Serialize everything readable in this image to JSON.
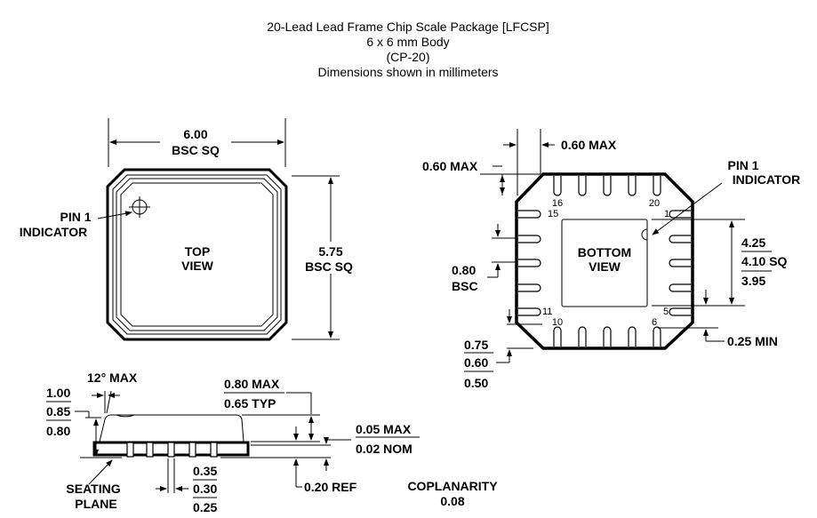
{
  "title": {
    "line1": "20-Lead Lead Frame Chip Scale Package [LFCSP]",
    "line2": "6 x 6 mm Body",
    "line3": "(CP-20)",
    "line4": "Dimensions shown in millimeters"
  },
  "top_view": {
    "label1": "TOP",
    "label2": "VIEW",
    "width_value": "6.00",
    "width_note": "BSC SQ",
    "height_value": "5.75",
    "height_note": "BSC SQ",
    "pin1_line1": "PIN 1",
    "pin1_line2": "INDICATOR"
  },
  "bottom_view": {
    "label1": "BOTTOM",
    "label2": "VIEW",
    "pin1_line1": "PIN 1",
    "pin1_line2": "INDICATOR",
    "lead_width": "0.60 MAX",
    "corner_max": "0.60 MAX",
    "pitch_value": "0.80",
    "pitch_note": "BSC",
    "pad_max": "4.25",
    "pad_nom": "4.10 SQ",
    "pad_min": "3.95",
    "pad_clearance": "0.25 MIN",
    "lead_len_max": "0.75",
    "lead_len_nom": "0.60",
    "lead_len_min": "0.50",
    "pin_numbers": [
      "16",
      "20",
      "15",
      "1",
      "11",
      "5",
      "10",
      "6"
    ]
  },
  "side_view": {
    "angle": "12° MAX",
    "height_max": "1.00",
    "height_nom": "0.85",
    "height_min": "0.80",
    "body_max": "0.80 MAX",
    "body_typ": "0.65 TYP",
    "standoff_max": "0.05 MAX",
    "standoff_nom": "0.02 NOM",
    "lead_thk": "0.20 REF",
    "lead_w_max": "0.35",
    "lead_w_nom": "0.30",
    "lead_w_min": "0.25",
    "seating1": "SEATING",
    "seating2": "PLANE",
    "coplanarity_label": "COPLANARITY",
    "coplanarity_value": "0.08"
  }
}
